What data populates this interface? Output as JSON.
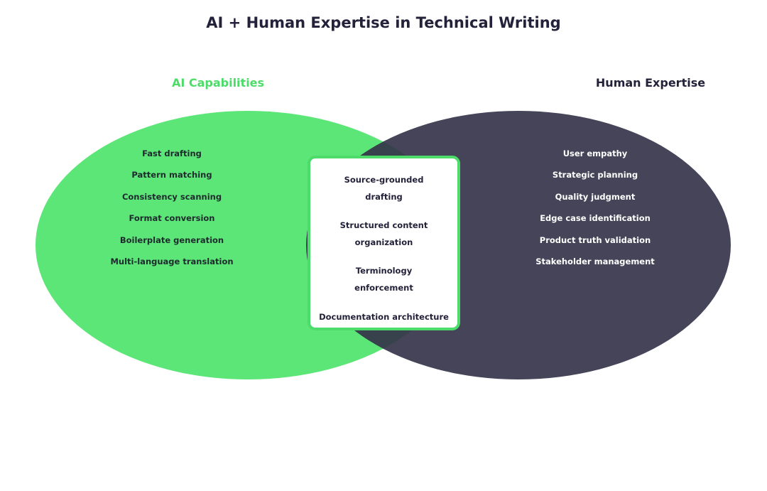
{
  "title": "AI + Human Expertise in Technical Writing",
  "colors": {
    "ai_green": "#5de678",
    "ai_label": "#4ddc6a",
    "human_dark": "#434257",
    "overlap_border": "#4ddc6a",
    "title": "#23223a"
  },
  "sets": {
    "ai": {
      "label": "AI Capabilities",
      "items": [
        "Fast drafting",
        "Pattern matching",
        "Consistency scanning",
        "Format conversion",
        "Boilerplate generation",
        "Multi-language translation"
      ]
    },
    "human": {
      "label": "Human Expertise",
      "items": [
        "User empathy",
        "Strategic planning",
        "Quality judgment",
        "Edge case identification",
        "Product truth validation",
        "Stakeholder management"
      ]
    },
    "overlap": {
      "items": [
        [
          "Source-grounded",
          "drafting"
        ],
        [
          "Structured content",
          "organization"
        ],
        [
          "Terminology",
          "enforcement"
        ],
        [
          "Documentation architecture"
        ]
      ]
    }
  }
}
